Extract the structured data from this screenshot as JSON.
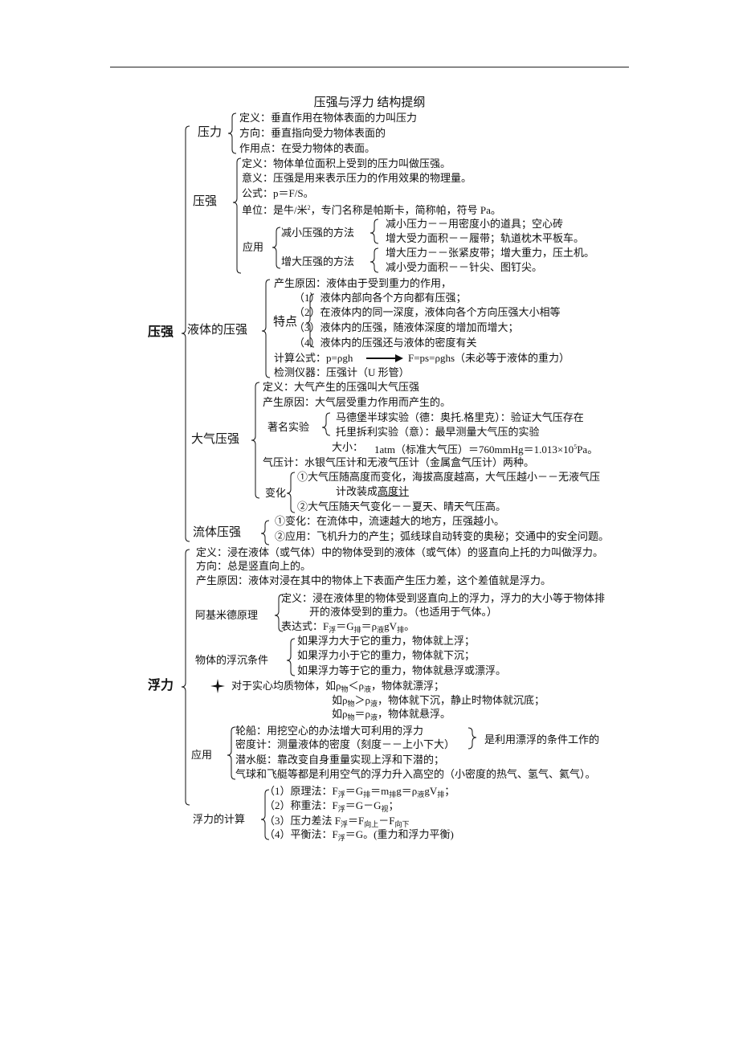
{
  "title": "压强与浮力 结构提纲",
  "pressure": {
    "heading": "压强",
    "force": {
      "label": "压力",
      "items": [
        "定义：垂直作用在物体表面的力叫压力",
        "方向：垂直指向受力物体表面的",
        "作用点：在受力物体的表面。"
      ]
    },
    "pressure": {
      "label": "压强",
      "items": [
        "定义：物体单位面积上受到的压力叫做压强。",
        "意义：压强是用来表示压力的作用效果的物理量。",
        "公式：p＝F/S。",
        "单位：是牛/米^{2}，专门名称是帕斯卡，简称帕，符号 Pa。"
      ],
      "application": {
        "label": "应用",
        "reduce_label": "减小压强的方法",
        "increase_label": "增大压强的方法",
        "reduce": [
          "减小压力－－用密度小的道具；空心砖",
          "增大受力面积－－履带；轨道枕木平板车。"
        ],
        "increase": [
          "增大压力－－张紧皮带；增大重力，压土机。",
          "减小受力面积－－针尖、图钉尖。"
        ]
      }
    },
    "liquid": {
      "label": "液体的压强",
      "cause": "产生原因：液体由于受到重力的作用，",
      "features_label": "特点",
      "features": [
        "（1）液体内部向各个方向都有压强；",
        "（2）在液体内的同一深度，液体向各个方向压强大小相等",
        "（3）液体内的压强，随液体深度的增加而增大；",
        "（4）液体内的压强还与液体的密度有关"
      ],
      "formula": "计算公式：p=ρgh",
      "formula2": "F=ps=ρghs（未必等于液体的重力）",
      "instrument": "检测仪器：压强计（U 形管）"
    },
    "atmosphere": {
      "label": "大气压强",
      "definition": "定义：大气产生的压强叫大气压强",
      "cause": "产生原因：大气层受重力作用而产生的。",
      "experiments_label": "著名实验",
      "experiments": [
        "马德堡半球实验（德：奥托.格里克）：验证大气压存在",
        "托里拆利实验（意）：最早测量大气压的实验"
      ],
      "magnitude_label": "大小：",
      "magnitude": "1atm（标准大气压）＝760mmHg＝1.013×10^{5}Pa。",
      "barometer": "气压计：水银气压计和无液气压计（金属盒气压计）两种。",
      "change_label": "变化",
      "change1": "①大气压随高度而变化，海拔高度越高，大气压越小－－无液气压",
      "change1b": "计改装成",
      "change1c": "高度计",
      "change2": "②大气压随天气变化－－夏天、晴天气压高。"
    },
    "fluid": {
      "label": "流体压强",
      "items": [
        "①变化：在流体中，流速越大的地方，压强越小。",
        "②应用：飞机升力的产生；弧线球自动转变的奥秘；交通中的安全问题。"
      ]
    }
  },
  "buoyancy": {
    "heading": "浮力",
    "definition": "定义：浸在液体（或气体）中的物体受到的液体（或气体）的竖直向上托的力叫做浮力。",
    "direction": "方向：总是竖直向上的。",
    "cause": "产生原因：液体对浸在其中的物体上下表面产生压力差，这个差值就是浮力。",
    "archimedes": {
      "label": "阿基米德原理",
      "definition": "定义：浸在液体里的物体受到竖直向上的浮力，浮力的大小等于物体排",
      "definition2": "开的液体受到的重力。（也适用于气体。）",
      "expression": "表达式：F_{浮}＝G_{排}＝ρ_{液}gV_{排}。"
    },
    "conditions": {
      "label": "物体的浮沉条件",
      "items": [
        "如果浮力大于它的重力，物体就上浮；",
        "如果浮力小于它的重力，物体就下沉；",
        "如果浮力等于它的重力，物体就悬浮或漂浮。"
      ]
    },
    "solid": {
      "icon": "four-point-star-icon",
      "items": [
        "对于实心均质物体，如ρ_{物}＜ρ_{液}，物体就漂浮；",
        "如ρ_{物}＞ρ_{液}，物体就下沉，静止时物体就沉底；",
        "如ρ_{物}＝ρ_{液}，物体就悬浮。"
      ]
    },
    "application": {
      "label": "应用",
      "items": [
        "轮船：用挖空心的办法增大可利用的浮力",
        "密度计：测量液体的密度（刻度－－上小下大）",
        "潜水艇：靠改变自身重量实现上浮和下潜的；",
        "气球和飞艇等都是利用空气的浮力升入高空的（小密度的热气、氢气、氦气）。"
      ],
      "note": "是利用漂浮的条件工作的"
    },
    "calculation": {
      "label": "浮力的计算",
      "items": [
        "（1）原理法：F_{浮}＝G_{排}＝m_{排}g＝ρ_{液}gV_{排}；",
        "（2）称重法：F_{浮}＝G－G_{视}；",
        "（3）压力差法 F_{浮}＝F_{向上}－F_{向下}",
        "（4）平衡法：F_{浮}＝G。(重力和浮力平衡)"
      ]
    }
  }
}
